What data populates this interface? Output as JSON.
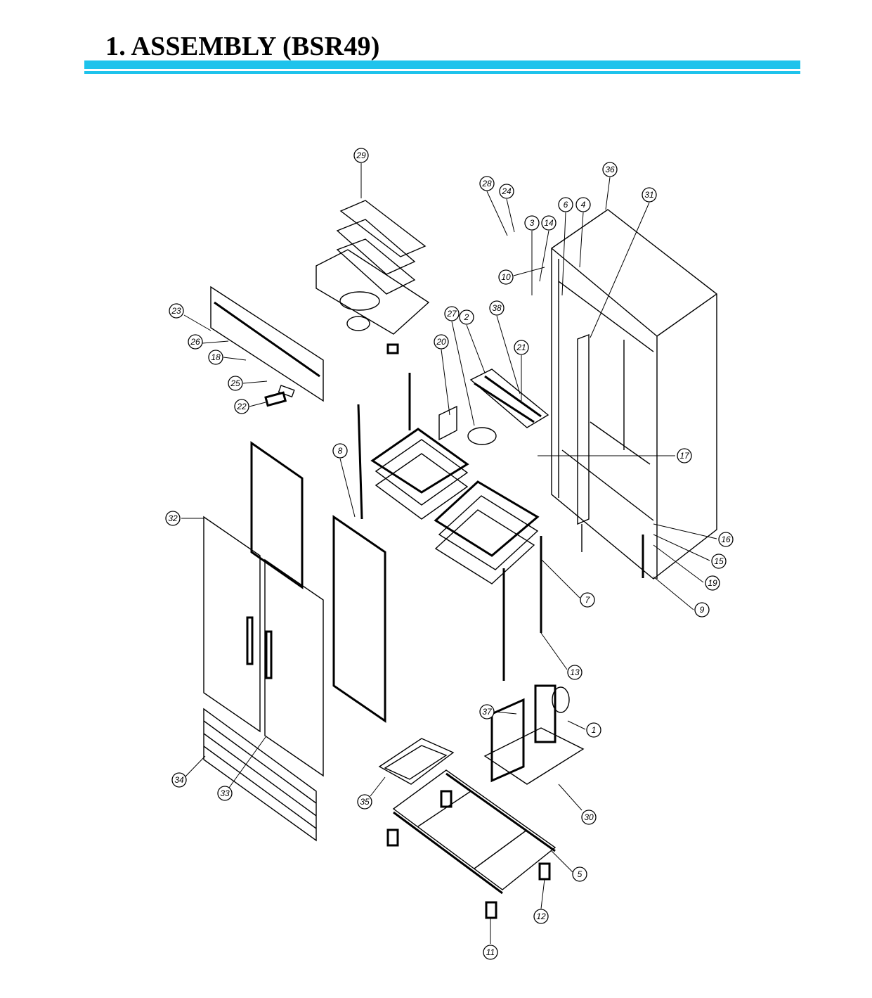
{
  "header": {
    "title": "1. ASSEMBLY (BSR49)",
    "rule_color": "#1ec3ec"
  },
  "callouts": [
    "29",
    "28",
    "24",
    "3",
    "14",
    "6",
    "4",
    "36",
    "31",
    "10",
    "23",
    "26",
    "18",
    "25",
    "22",
    "2",
    "38",
    "21",
    "20",
    "27",
    "17",
    "8",
    "32",
    "16",
    "15",
    "19",
    "7",
    "9",
    "13",
    "37",
    "1",
    "34",
    "33",
    "35",
    "30",
    "5",
    "12",
    "11"
  ]
}
